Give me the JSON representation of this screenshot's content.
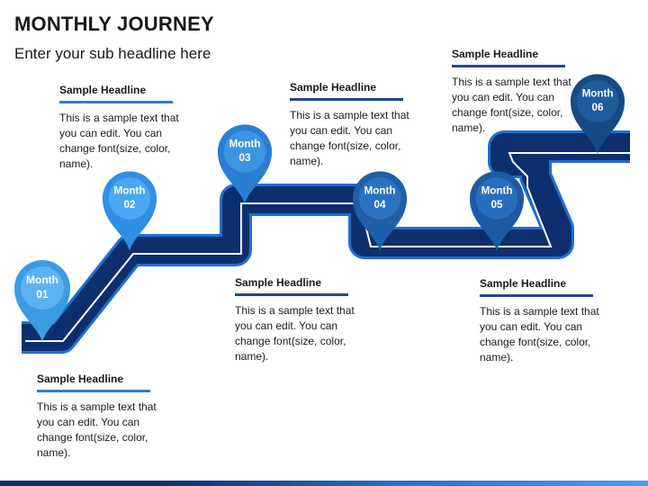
{
  "title": "MONTHLY JOURNEY",
  "subtitle": "Enter your sub headline here",
  "markers": [
    {
      "label": "Month",
      "num": "01",
      "color": "#3d9be0"
    },
    {
      "label": "Month",
      "num": "02",
      "color": "#2f8fe6"
    },
    {
      "label": "Month",
      "num": "03",
      "color": "#2a7fd4"
    },
    {
      "label": "Month",
      "num": "04",
      "color": "#1f5fa8"
    },
    {
      "label": "Month",
      "num": "05",
      "color": "#1d5aa3"
    },
    {
      "label": "Month",
      "num": "06",
      "color": "#154a86"
    }
  ],
  "blocks": [
    {
      "headline": "Sample Headline",
      "text": "This is a sample text that you can edit. You can change font(size, color, name)."
    },
    {
      "headline": "Sample Headline",
      "text": "This is a sample text that you can edit. You can change font(size, color, name)."
    },
    {
      "headline": "Sample Headline",
      "text": "This is a sample text that you can edit. You can change font(size, color, name)."
    },
    {
      "headline": "Sample Headline",
      "text": "This is a sample text that you can edit. You can change font(size, color, name)."
    },
    {
      "headline": "Sample Headline",
      "text": "This is a sample text that you can edit. You can change font(size, color, name)."
    },
    {
      "headline": "Sample Headline",
      "text": "This is a sample text that you can edit. You can change font(size, color, name)."
    }
  ],
  "colors": {
    "road": "#0d2f6e",
    "road_outline": "#1f6fd0",
    "road_line": "#ffffff"
  }
}
